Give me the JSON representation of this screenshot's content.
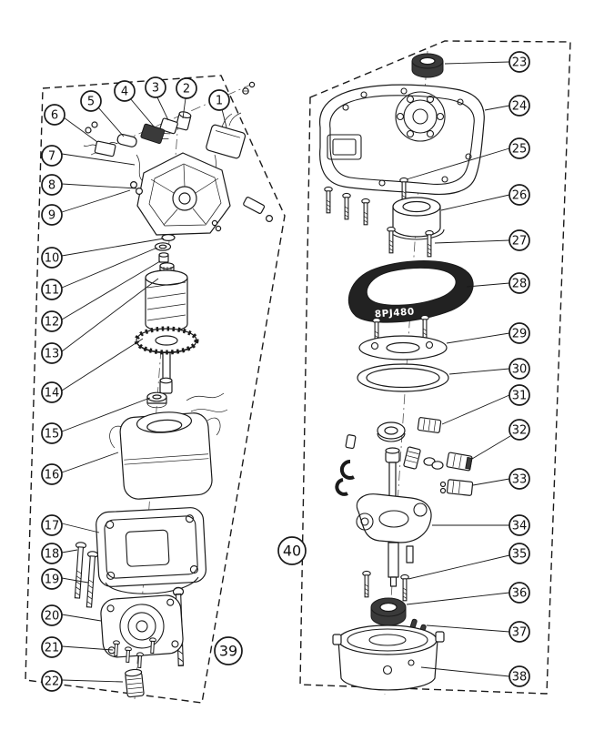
{
  "diagram": {
    "belt_label": "8PJ480",
    "callouts": [
      "1",
      "2",
      "3",
      "4",
      "5",
      "6",
      "7",
      "8",
      "9",
      "10",
      "11",
      "12",
      "13",
      "14",
      "15",
      "16",
      "17",
      "18",
      "19",
      "20",
      "21",
      "22",
      "23",
      "24",
      "25",
      "26",
      "27",
      "28",
      "29",
      "30",
      "31",
      "32",
      "33",
      "34",
      "35",
      "36",
      "37",
      "38",
      "39",
      "40"
    ],
    "colors": {
      "ink": "#1a1a1a",
      "paper": "#ffffff",
      "dark_part": "#3a3a3a",
      "belt": "#222222"
    }
  }
}
